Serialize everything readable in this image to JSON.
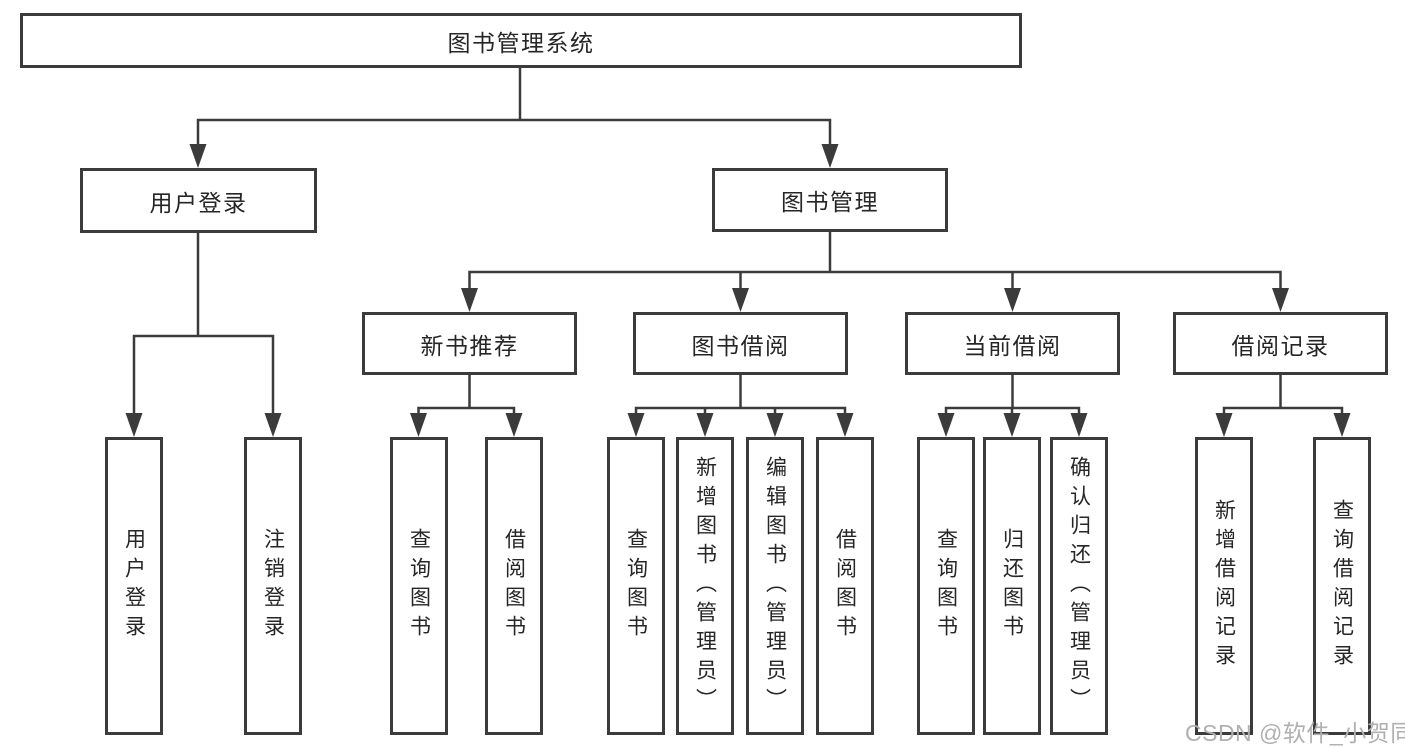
{
  "diagram": {
    "root": {
      "label": "图书管理系统"
    },
    "level2": [
      {
        "label": "用户登录",
        "children": [
          {
            "label": "用户登录"
          },
          {
            "label": "注销登录"
          }
        ]
      },
      {
        "label": "图书管理",
        "children": [
          {
            "label": "新书推荐",
            "children": [
              {
                "label": "查询图书"
              },
              {
                "label": "借阅图书"
              }
            ]
          },
          {
            "label": "图书借阅",
            "children": [
              {
                "label": "查询图书"
              },
              {
                "label": "新增图书（管理员）"
              },
              {
                "label": "编辑图书（管理员）"
              },
              {
                "label": "借阅图书"
              }
            ]
          },
          {
            "label": "当前借阅",
            "children": [
              {
                "label": "查询图书"
              },
              {
                "label": "归还图书"
              },
              {
                "label": "确认归还（管理员）"
              }
            ]
          },
          {
            "label": "借阅记录",
            "children": [
              {
                "label": "新增借阅记录"
              },
              {
                "label": "查询借阅记录"
              }
            ]
          }
        ]
      }
    ]
  },
  "watermark": "CSDN @软件_小贺同学",
  "colors": {
    "line": "#3b3b3b",
    "text": "#262626",
    "watermark": "#b0b0b0",
    "background": "#ffffff"
  }
}
